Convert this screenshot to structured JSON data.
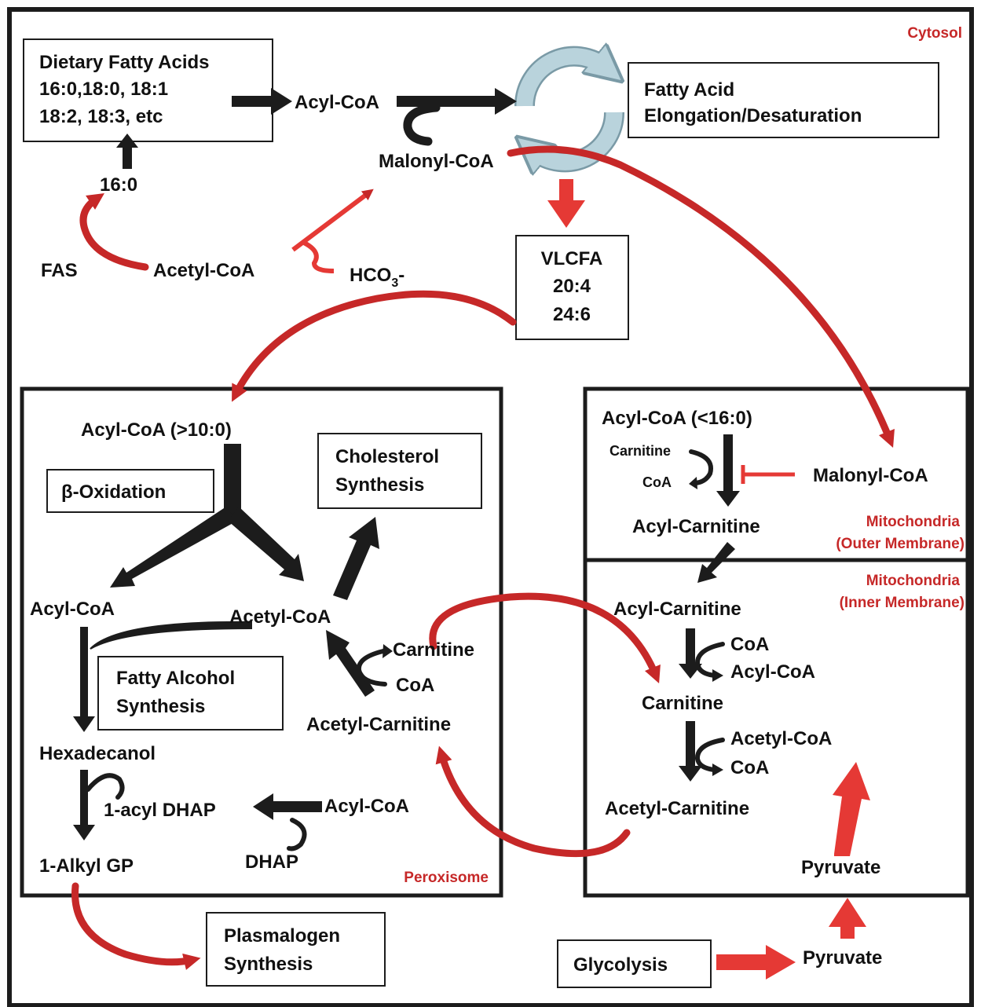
{
  "colors": {
    "black": "#1c1c1c",
    "red": "#e53935",
    "dark_red": "#c62828",
    "cycle_fill": "#b9d3dc",
    "cycle_stroke": "#7a9aa6"
  },
  "regions": {
    "cytosol": "Cytosol",
    "peroxisome": "Peroxisome",
    "mito_outer_line1": "Mitochondria",
    "mito_outer_line2": "(Outer Membrane)",
    "mito_inner_line1": "Mitochondria",
    "mito_inner_line2": "(Inner Membrane)"
  },
  "cytosol": {
    "dietary_line1": "Dietary Fatty Acids",
    "dietary_line2": "16:0,18:0,  18:1",
    "dietary_line3": "18:2, 18:3, etc",
    "acyl_coa": "Acyl-CoA",
    "elong_line1": "Fatty Acid",
    "elong_line2": "Elongation/Desaturation",
    "malonyl_coa": "Malonyl-CoA",
    "palmitate": "16:0",
    "fas": "FAS",
    "acetyl_coa": "Acetyl-CoA",
    "bicarbonate": "HCO",
    "bicarbonate_sub": "3",
    "bicarbonate_sign": "-",
    "vlcfa_line1": "VLCFA",
    "vlcfa_line2": "20:4",
    "vlcfa_line3": "24:6",
    "cycle_icon": "elongation-cycle-icon"
  },
  "peroxisome": {
    "acyl_coa_long": "Acyl-CoA  (>10:0)",
    "beta_oxidation": "β-Oxidation",
    "cholesterol_line1": "Cholesterol",
    "cholesterol_line2": "Synthesis",
    "acyl_coa": "Acyl-CoA",
    "acetyl_coa": "Acetyl-CoA",
    "carnitine": "Carnitine",
    "coa": "CoA",
    "fatty_alcohol_line1": "Fatty Alcohol",
    "fatty_alcohol_line2": "Synthesis",
    "acetyl_carnitine": "Acetyl-Carnitine",
    "hexadecanol": "Hexadecanol",
    "acyl_dhap": "1-acyl DHAP",
    "acyl_coa_2": "Acyl-CoA",
    "alkyl_gp": "1-Alkyl GP",
    "dhap": "DHAP"
  },
  "mito_outer": {
    "acyl_coa": "Acyl-CoA  (<16:0)",
    "carnitine": "Carnitine",
    "coa": "CoA",
    "malonyl_coa": "Malonyl-CoA",
    "acyl_carnitine": "Acyl-Carnitine"
  },
  "mito_inner": {
    "acyl_carnitine": "Acyl-Carnitine",
    "coa": "CoA",
    "acyl_coa": "Acyl-CoA",
    "carnitine": "Carnitine",
    "acetyl_coa": "Acetyl-CoA",
    "coa_2": "CoA",
    "acetyl_carnitine": "Acetyl-Carnitine",
    "pyruvate": "Pyruvate"
  },
  "bottom": {
    "plasmalogen_line1": "Plasmalogen",
    "plasmalogen_line2": "Synthesis",
    "glycolysis": "Glycolysis",
    "pyruvate": "Pyruvate"
  }
}
